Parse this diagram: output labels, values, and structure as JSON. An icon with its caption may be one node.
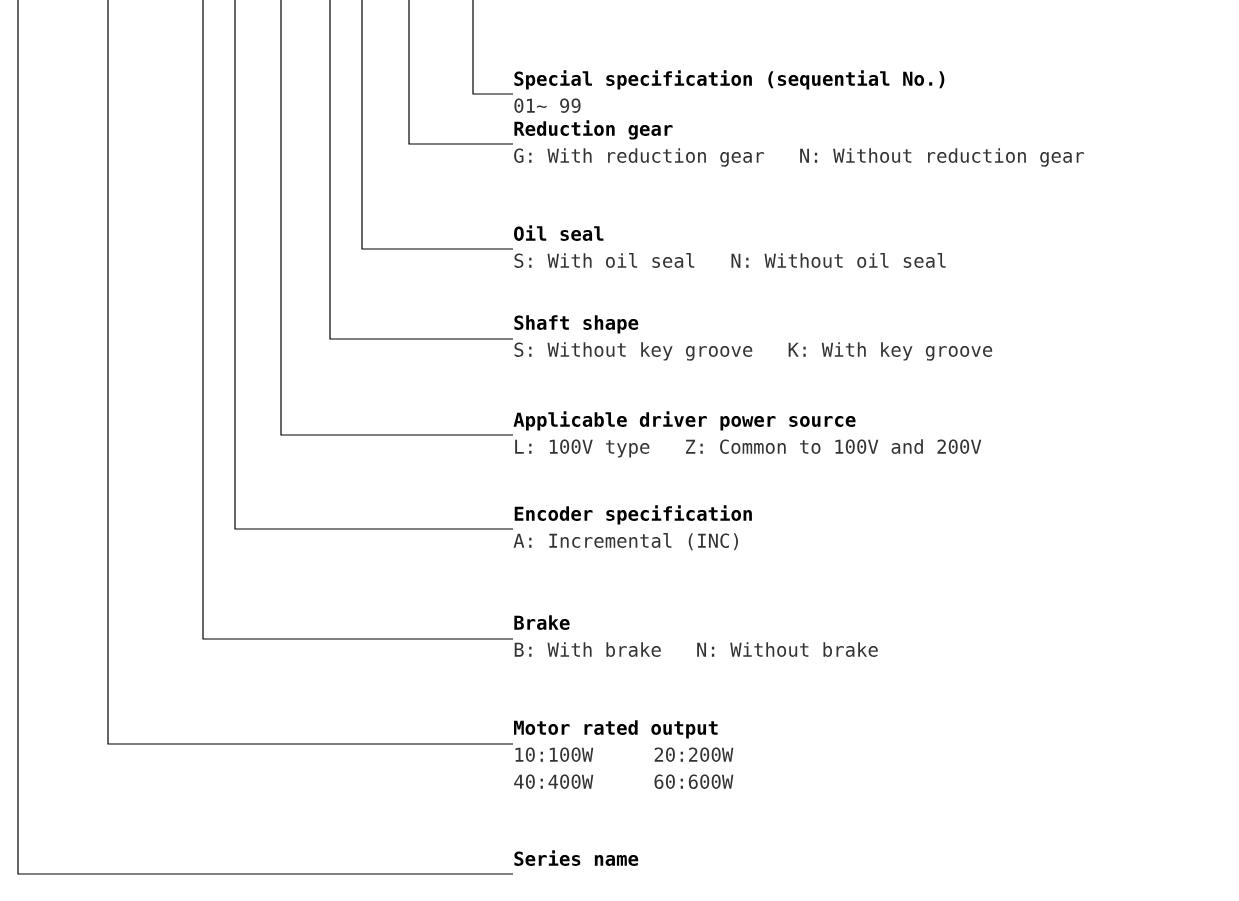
{
  "diagram": {
    "nodes": [
      {
        "text": [
          "Special specification (sequential No.)",
          "01~ 99"
        ]
      },
      {
        "text": [
          "Reduction gear",
          "G: With reduction gear",
          "N: Without reduction gear"
        ]
      },
      {
        "text": [
          "Oil seal",
          "S: With oil seal",
          "N: Without oil seal"
        ]
      },
      {
        "text": [
          "Shaft shape",
          "S: Without key groove",
          "K: With key groove"
        ]
      },
      {
        "text": [
          "Applicable driver power source",
          "L: 100V type",
          "Z: Common to 100V and 200V"
        ]
      },
      {
        "text": [
          "Encoder specification",
          "A: Incremental (INC)"
        ]
      },
      {
        "text": [
          "Brake",
          "B: With brake",
          "N: Without brake"
        ]
      },
      {
        "text": [
          "Motor rated output",
          "10:100W",
          "20:200W",
          "40:400W",
          "60:600W"
        ]
      },
      {
        "text": [
          "Series name"
        ]
      }
    ],
    "edges": [
      {
        "from": null,
        "to": 0,
        "arrow": "none"
      },
      {
        "from": null,
        "to": 1,
        "arrow": "none"
      },
      {
        "from": null,
        "to": 2,
        "arrow": "none"
      },
      {
        "from": null,
        "to": 3,
        "arrow": "none"
      },
      {
        "from": null,
        "to": 4,
        "arrow": "none"
      },
      {
        "from": null,
        "to": 5,
        "arrow": "none"
      },
      {
        "from": null,
        "to": 6,
        "arrow": "none"
      },
      {
        "from": null,
        "to": 7,
        "arrow": "none"
      },
      {
        "from": null,
        "to": 8,
        "arrow": "none"
      }
    ]
  }
}
